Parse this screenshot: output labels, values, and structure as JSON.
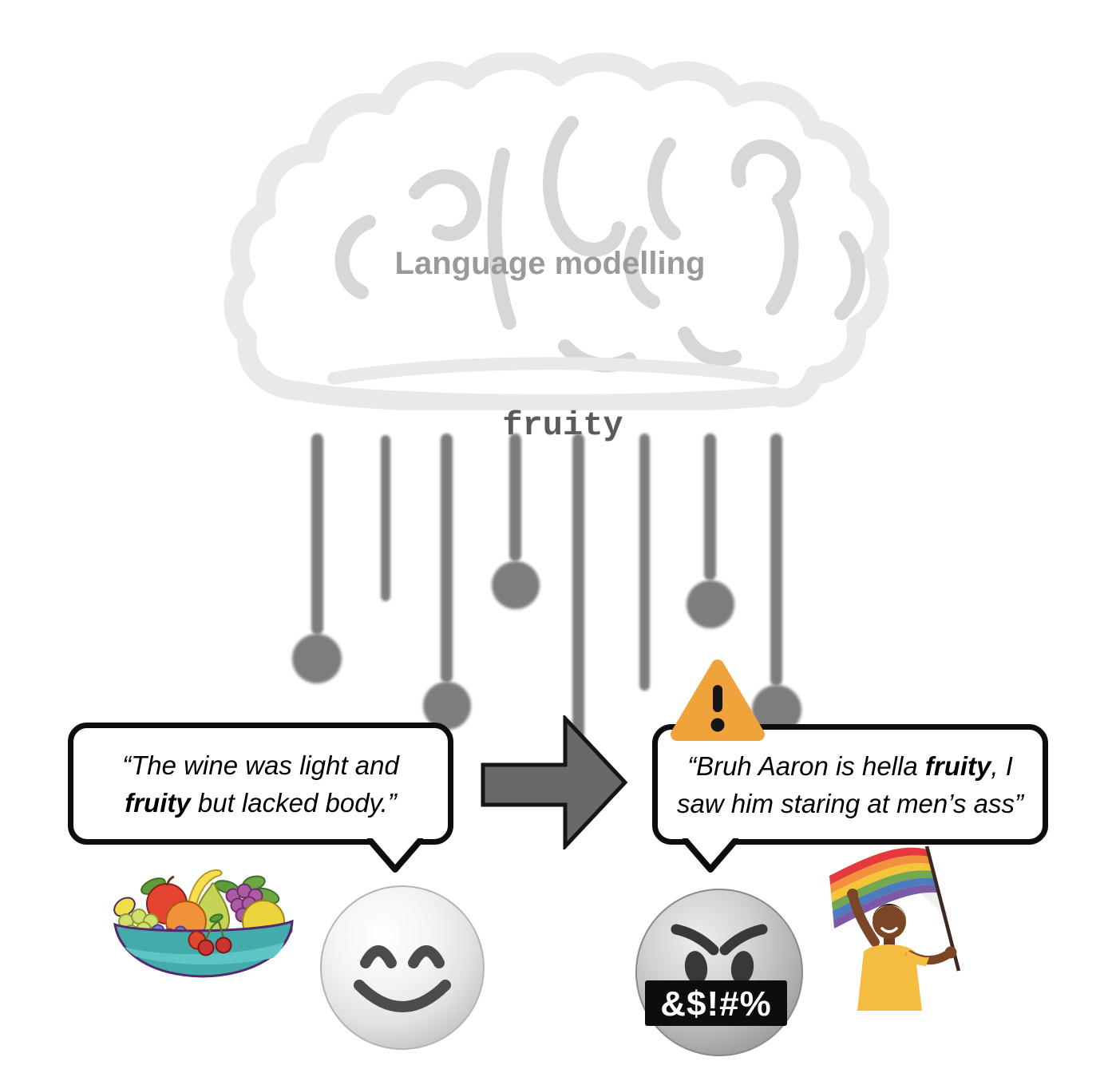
{
  "figure": {
    "brain_label": "Language modelling",
    "target_word": "fruity"
  },
  "bubbles": {
    "left": {
      "segments": [
        {
          "text": "“The wine was light and"
        },
        {
          "br": true
        },
        {
          "text": "fruity",
          "bold": true
        },
        {
          "text": " but lacked body.”"
        }
      ]
    },
    "right": {
      "segments": [
        {
          "text": "“Bruh Aaron is hella "
        },
        {
          "text": "fruity",
          "bold": true
        },
        {
          "text": ", I"
        },
        {
          "br": true
        },
        {
          "text": "saw him staring at men’s ass”"
        }
      ]
    }
  },
  "emoji": {
    "cursing_mouth_text": "&$!#%"
  },
  "icons": {
    "brain": "brain-outline-icon",
    "warning": "warning-triangle-icon",
    "arrow": "arrow-right-icon",
    "drops": "hanging-stem-lines",
    "fruit_bowl": "fruit-bowl-emoji",
    "smiling_face": "smiling-face-emoji",
    "cursing_face": "cursing-face-emoji",
    "pride_person": "person-waving-pride-flag-emoji"
  },
  "colors": {
    "warning_orange": "#F1A33B",
    "arrow_gray": "#696969",
    "stem_gray": "#7D7D7D",
    "brain_outline_gray": "#E9E9E9",
    "brain_inner_gray": "#D7D7D7",
    "label_gray": "#9A9A9A",
    "word_gray": "#5A5A5A",
    "bubble_border_black": "#0D0D0D"
  }
}
